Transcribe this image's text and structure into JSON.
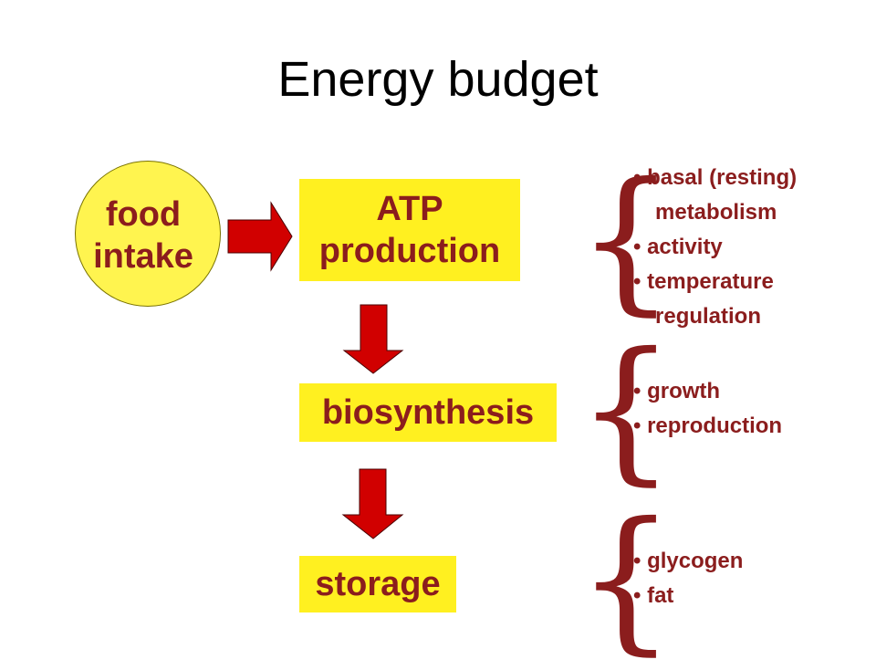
{
  "title": "Energy budget",
  "nodes": {
    "food": {
      "line1": "food",
      "line2": "intake"
    },
    "atp": {
      "line1": "ATP",
      "line2": "production"
    },
    "biosynthesis": {
      "label": "biosynthesis"
    },
    "storage": {
      "label": "storage"
    }
  },
  "lists": {
    "atp": [
      "• basal (resting)",
      "metabolism",
      "• activity",
      "• temperature",
      "regulation"
    ],
    "biosynthesis": [
      "• growth",
      "• reproduction"
    ],
    "storage": [
      "• glycogen",
      "• fat"
    ]
  },
  "colors": {
    "node_fill": "#fff020",
    "text": "#8b1d1d",
    "arrow_fill": "#d10000",
    "arrow_stroke": "#4a0000"
  }
}
